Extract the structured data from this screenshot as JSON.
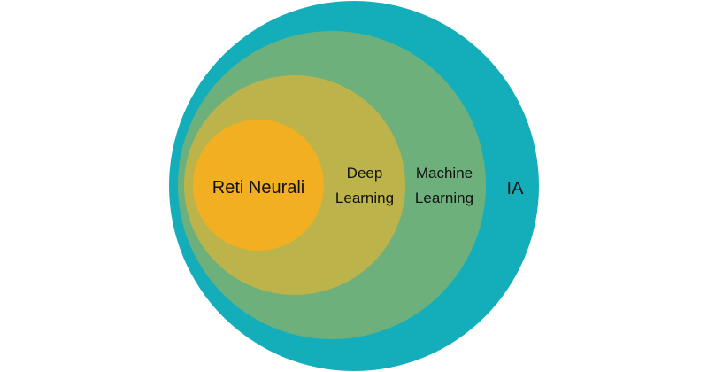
{
  "diagram": {
    "type": "nested-venn",
    "sets": [
      {
        "id": "ia",
        "lines": [
          "IA"
        ],
        "color": "#14AEBB"
      },
      {
        "id": "machine-learning",
        "lines": [
          "Machine",
          "Learning"
        ],
        "color": "#6DB07C"
      },
      {
        "id": "deep-learning",
        "lines": [
          "Deep",
          "Learning"
        ],
        "color": "#BCB44A"
      },
      {
        "id": "reti-neurali",
        "lines": [
          "Reti Neurali"
        ],
        "color": "#F2AF22"
      }
    ]
  }
}
